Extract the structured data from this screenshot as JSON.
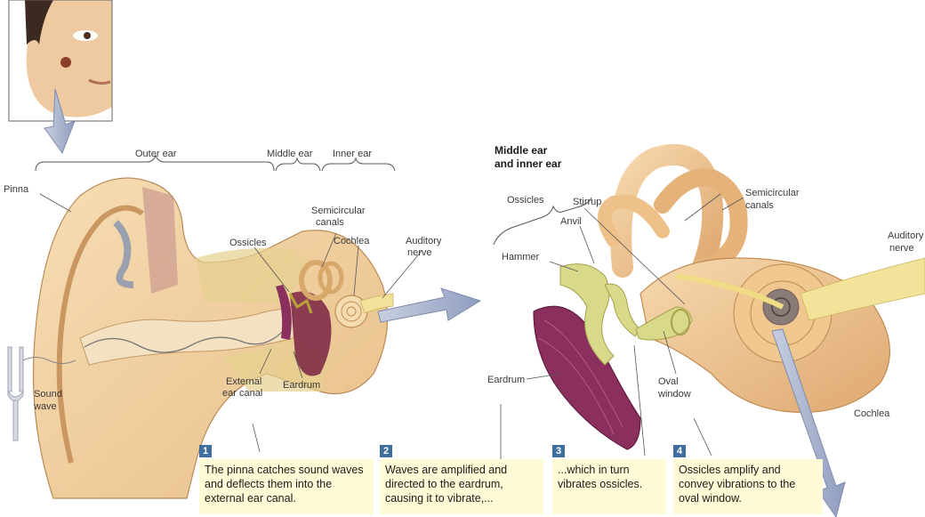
{
  "labels": {
    "outer_ear": "Outer ear",
    "middle_ear": "Middle ear",
    "inner_ear": "Inner ear",
    "pinna": "Pinna",
    "semicircular_canals_line1": "Semicircular",
    "semicircular_canals_line2": "canals",
    "ossicles_left": "Ossicles",
    "cochlea_left": "Cochlea",
    "auditory_nerve_left_line1": "Auditory",
    "auditory_nerve_left_line2": "nerve",
    "sound_wave_line1": "Sound",
    "sound_wave_line2": "wave",
    "external_canal_line1": "External",
    "external_canal_line2": "ear canal",
    "eardrum_left": "Eardrum",
    "mid_title_line1": "Middle ear",
    "mid_title_line2": "and inner ear",
    "ossicles_right": "Ossicles",
    "stirrup": "Stirrup",
    "anvil": "Anvil",
    "hammer": "Hammer",
    "semicircular_right_line1": "Semicircular",
    "semicircular_right_line2": "canals",
    "auditory_nerve_right_line1": "Auditory",
    "auditory_nerve_right_line2": "nerve",
    "eardrum_right": "Eardrum",
    "oval_window_line1": "Oval",
    "oval_window_line2": "window",
    "cochlea_right": "Cochlea"
  },
  "steps": [
    {
      "num": "1",
      "text": "The pinna catches sound waves and deflects them into the external ear canal."
    },
    {
      "num": "2",
      "text": "Waves are amplified and directed to the eardrum, causing it to vibrate,..."
    },
    {
      "num": "3",
      "text": "...which in turn vibrates ossicles."
    },
    {
      "num": "4",
      "text": "Ossicles amplify and convey vibrations to the oval window."
    }
  ],
  "colors": {
    "skin": "#f2d3a6",
    "skin_dark": "#e0b47c",
    "membrane": "#8a2f5e",
    "ossicle": "#d9d98a",
    "nerve": "#f3e29a",
    "caption_bg": "#fffbd6",
    "step_badge": "#3f6f9e",
    "arrow": "#a8b4cf"
  }
}
